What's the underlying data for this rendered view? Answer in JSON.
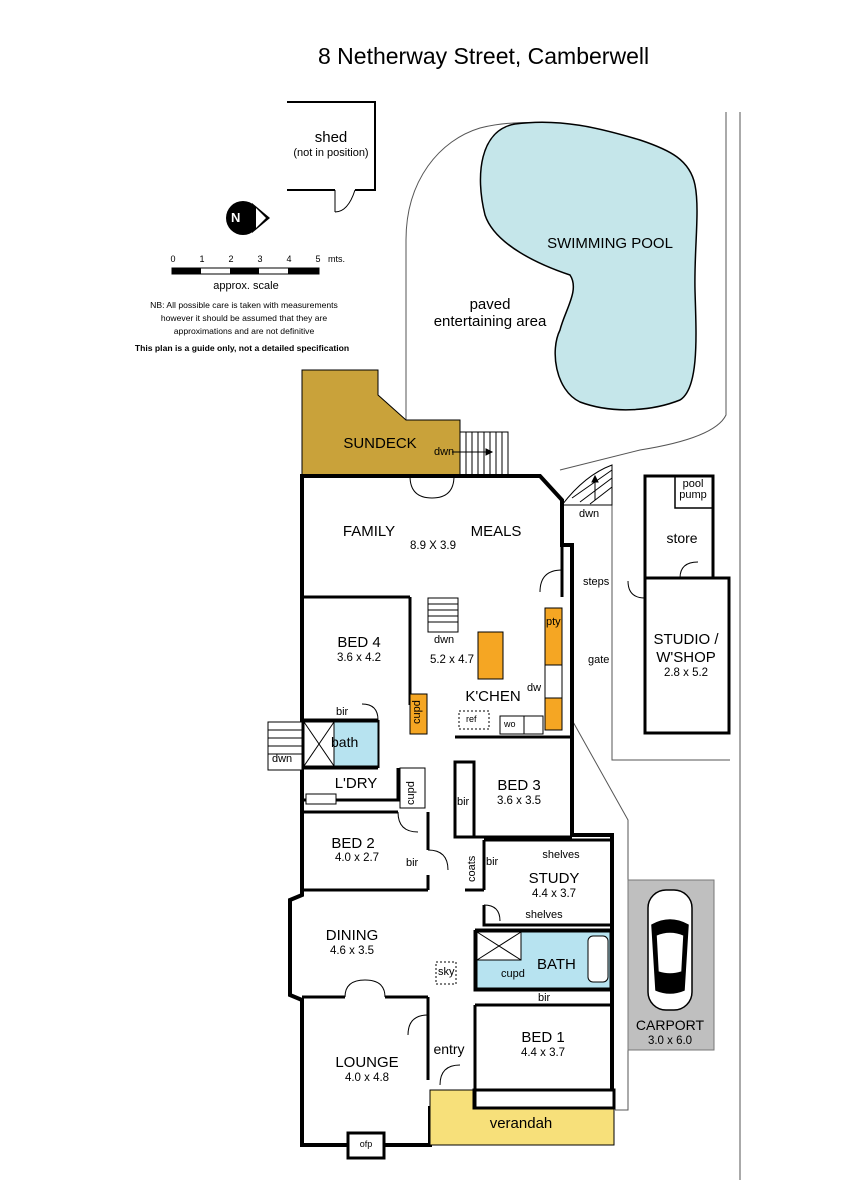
{
  "title": "8 Netherway Street, Camberwell",
  "compass_letter": "N",
  "scale": {
    "ticks": [
      "0",
      "1",
      "2",
      "3",
      "4",
      "5"
    ],
    "unit": "mts.",
    "label": "approx. scale"
  },
  "notes": {
    "disclaimer_1": "NB:  All possible care is taken with measurements",
    "disclaimer_2": "however it should be assumed that they are",
    "disclaimer_3": "approximations and are not definitive",
    "guide": "This plan is a guide only, not a detailed specification"
  },
  "colors": {
    "sundeck": "#c9a23a",
    "pool": "#c5e6ea",
    "wet": "#b7e3f0",
    "joinery": "#f5a623",
    "verandah": "#f7e07a",
    "carport": "#bfbfbf"
  },
  "labels": {
    "shed": "shed",
    "shed_note": "(not in position)",
    "pool": "SWIMMING POOL",
    "paved_1": "paved",
    "paved_2": "entertaining area",
    "sundeck": "SUNDECK",
    "dwn_deck": "dwn",
    "dwn_meals": "dwn",
    "family": "FAMILY",
    "meals": "MEALS",
    "family_dim": "8.9 X 3.9",
    "bed4": "BED 4",
    "bed4_dim": "3.6 x 4.2",
    "kitchen": "K'CHEN",
    "kitchen_dim": "5.2 x 4.7",
    "kitchen_dwn": "dwn",
    "pty": "pty",
    "dw": "dw",
    "ref": "ref",
    "wo": "wo",
    "cupd_kitchen": "cupd",
    "bir_bed4": "bir",
    "bath_small": "bath",
    "dwn_laundry": "dwn",
    "laundry": "L'DRY",
    "cupd_laundry": "cupd",
    "bed3": "BED 3",
    "bed3_dim": "3.6 x 3.5",
    "bir_bed3": "bir",
    "bed2": "BED 2",
    "bed2_dim": "4.0 x 2.7",
    "bir_bed2": "bir",
    "coats": "coats",
    "bir_hall": "bir",
    "study": "STUDY",
    "study_dim": "4.4 x 3.7",
    "shelves_1": "shelves",
    "shelves_2": "shelves",
    "dining": "DINING",
    "dining_dim": "4.6 x 3.5",
    "sky": "sky",
    "bath": "BATH",
    "cupd_bath": "cupd",
    "bir_bed1": "bir",
    "lounge": "LOUNGE",
    "lounge_dim": "4.0 x 4.8",
    "entry": "entry",
    "bed1": "BED 1",
    "bed1_dim": "4.4 x 3.7",
    "verandah": "verandah",
    "ofp": "ofp",
    "steps": "steps",
    "gate": "gate",
    "pool_pump_1": "pool",
    "pool_pump_2": "pump",
    "store": "store",
    "studio_1": "STUDIO /",
    "studio_2": "W'SHOP",
    "studio_dim": "2.8 x 5.2",
    "carport": "CARPORT",
    "carport_dim": "3.0 x 6.0"
  }
}
